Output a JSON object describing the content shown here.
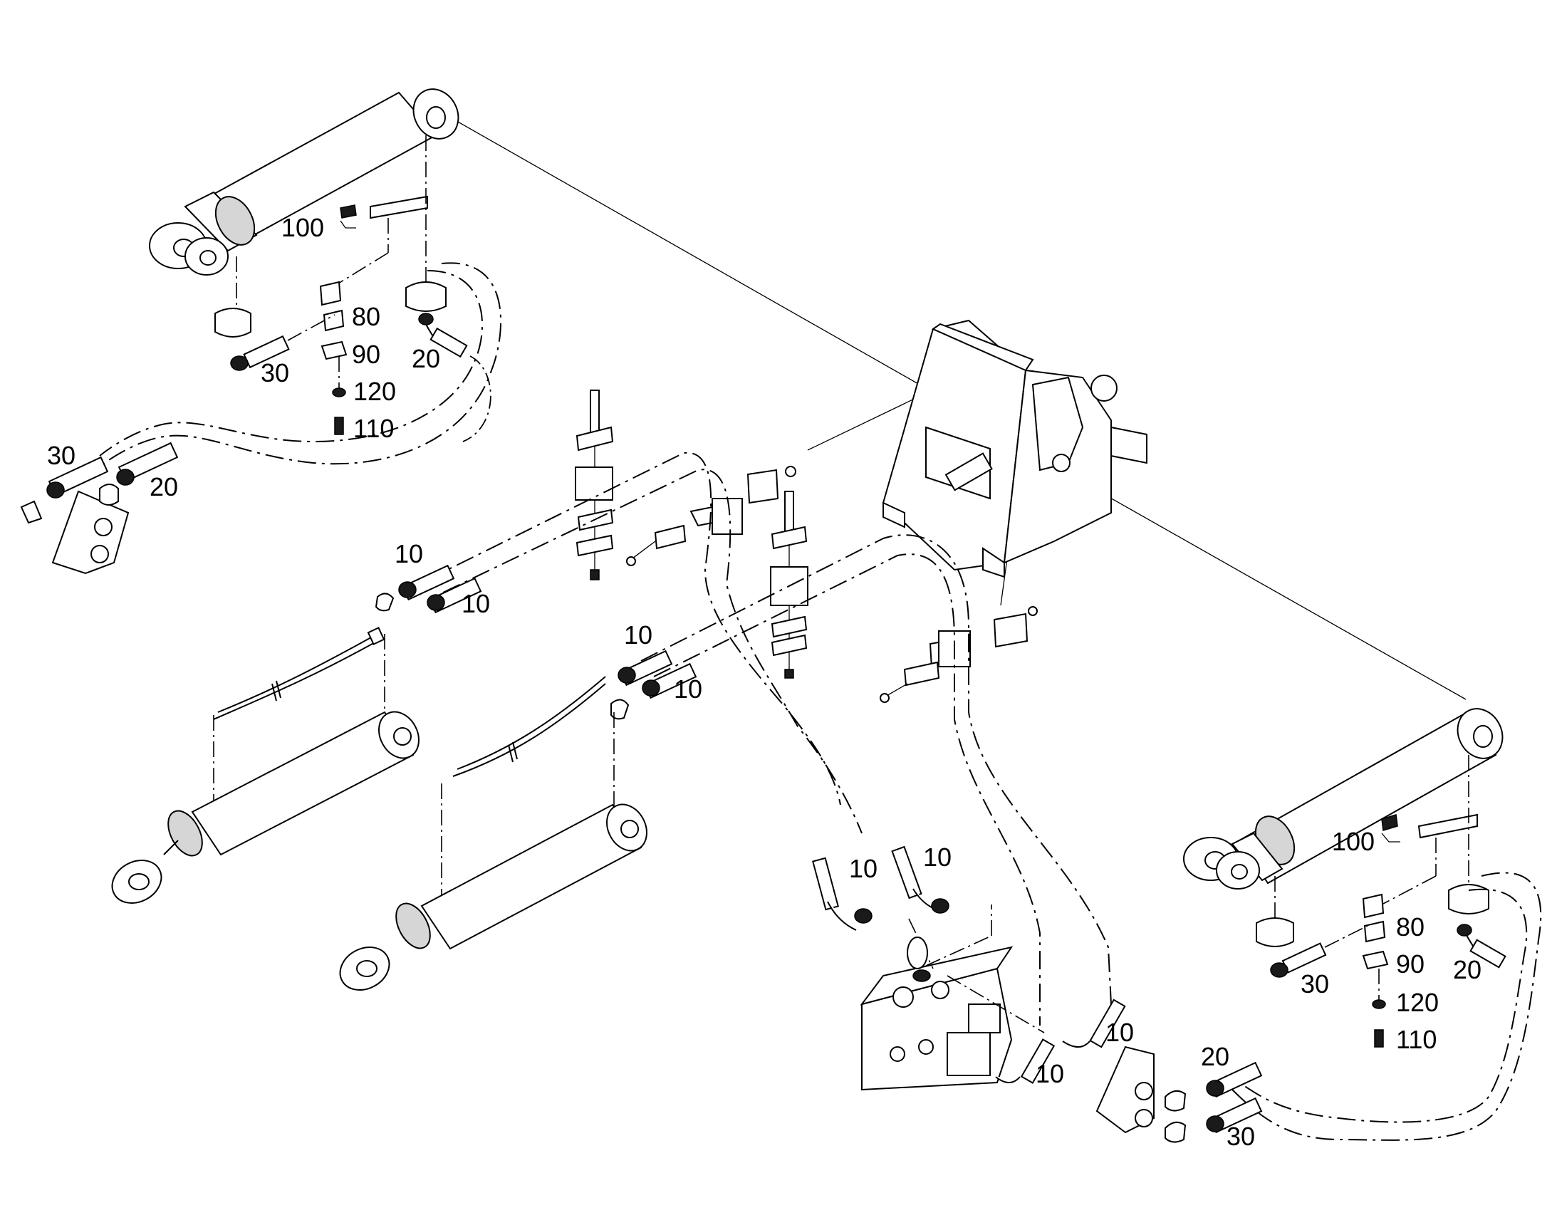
{
  "callouts": {
    "upper_left": {
      "l100": "100",
      "l80": "80",
      "l90": "90",
      "l120": "120",
      "l110": "110",
      "l30a": "30",
      "l20a": "20",
      "l30b": "30",
      "l20b": "20"
    },
    "middle": {
      "l10a": "10",
      "l10b": "10",
      "l10c": "10",
      "l10d": "10"
    },
    "valve": {
      "l10a": "10",
      "l10b": "10",
      "l10c": "10",
      "l10d": "10"
    },
    "lower_right": {
      "l100": "100",
      "l80": "80",
      "l90": "90",
      "l120": "120",
      "l110": "110",
      "l30a": "30",
      "l20a": "20",
      "l20b": "20",
      "l30b": "30"
    }
  }
}
